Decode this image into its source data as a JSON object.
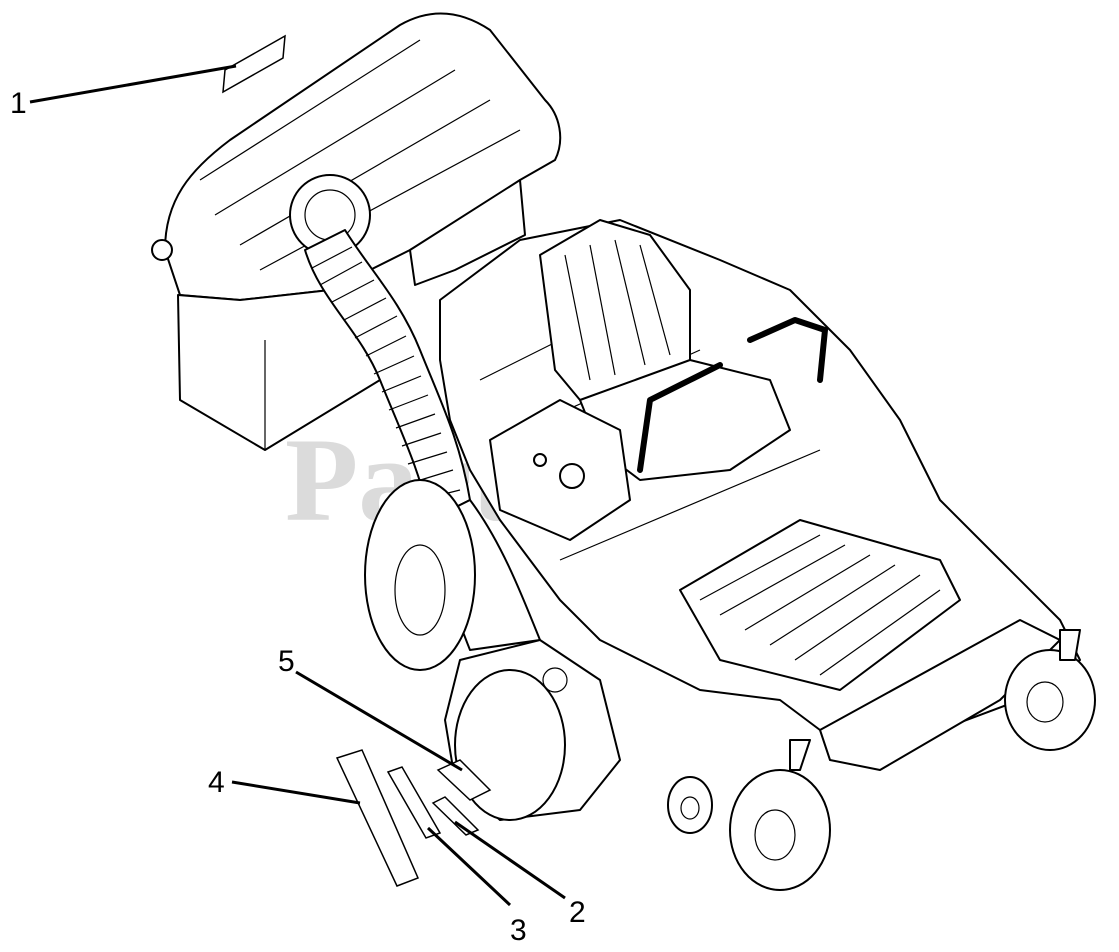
{
  "watermark": {
    "text": "PartsTree",
    "color": "#cfcfcf"
  },
  "callouts": [
    {
      "id": "1",
      "label": "1"
    },
    {
      "id": "2",
      "label": "2"
    },
    {
      "id": "3",
      "label": "3"
    },
    {
      "id": "4",
      "label": "4"
    },
    {
      "id": "5",
      "label": "5"
    }
  ],
  "colors": {
    "line": "#000000",
    "background": "#ffffff"
  }
}
